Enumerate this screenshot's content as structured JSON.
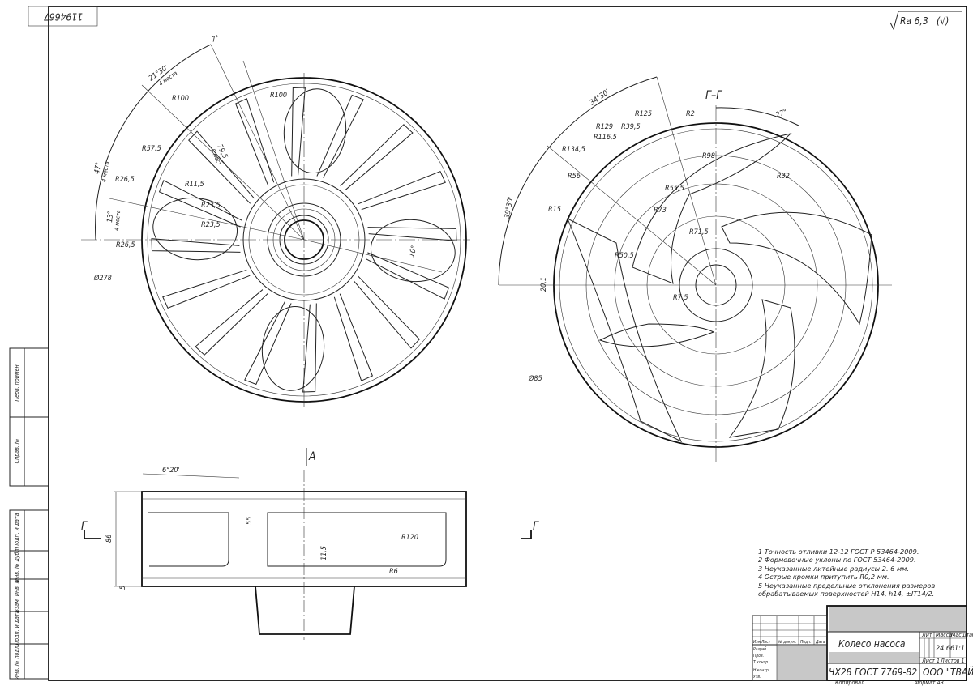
{
  "stamp_number": "1194667",
  "roughness": "Ra 6,3",
  "left_view": {
    "dims": [
      "7°",
      "21°30'",
      "4 места",
      "R100",
      "R100",
      "R57,5",
      "R26,5",
      "R11,5",
      "R23,5",
      "R23,5",
      "R26,5",
      "Ø278",
      "79,5",
      "8 мест",
      "47°",
      "4 места",
      "13°",
      "4 места",
      "10°"
    ]
  },
  "right_view": {
    "section_label": "Г–Г",
    "dims": [
      "34°30'",
      "R125",
      "R2",
      "R129",
      "R39,5",
      "R116,5",
      "R134,5",
      "R56",
      "R98",
      "27°",
      "R32",
      "R55,5",
      "R73",
      "R15",
      "R71,5",
      "R50,5",
      "R7,5",
      "Ø85",
      "39°30'",
      "20,1"
    ]
  },
  "bottom_view": {
    "view_arrow": "A",
    "section_mark_left": "Г",
    "section_mark_right": "Г",
    "dims": [
      "6°20'",
      "55",
      "86",
      "R120",
      "11,5",
      "R6",
      "5"
    ]
  },
  "notes": [
    "1 Точность отливки 12-12 ГОСТ Р 53464-2009.",
    "2 Формовочные уклоны по ГОСТ 53464-2009.",
    "3 Неуказанные литейные радиусы 2..6 мм.",
    "4 Острые кромки притупить R0,2 мм.",
    "5 Неуказанные предельные отклонения размеров обрабатываемых поверхностей H14, h14, ±IT14/2."
  ],
  "title_block": {
    "part_name": "Колесо насоса",
    "material": "ЧХ28 ГОСТ 7769-82",
    "company": "ООО \"ТВАЙЗ\"",
    "col_lit": "Лит",
    "col_mass": "Масса",
    "col_scale": "Масштаб",
    "mass": "24.66",
    "scale": "1:1",
    "sheet": "Лист 1",
    "sheets": "Листов 1",
    "rev_headers": [
      "Изм",
      "Лист",
      "№ докум.",
      "Подп.",
      "Дата"
    ],
    "roles": [
      "Разраб.",
      "Пров.",
      "Т.контр.",
      "Н.контр.",
      "Утв."
    ],
    "copied": "Копировал",
    "format": "Формат A3"
  },
  "side_stamps": [
    "Перв. примен.",
    "Справ. №",
    "Подп. и дата",
    "Инв. № дубл.",
    "Взам. инв. №",
    "Подп. и дата",
    "Инв. № подл."
  ]
}
